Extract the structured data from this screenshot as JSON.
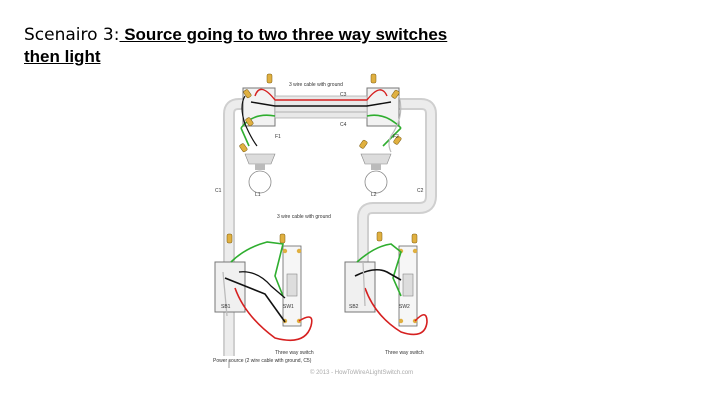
{
  "slide": {
    "title_lead": "Scenairo 3:",
    "title_rest": " Source going to two three way switches",
    "title_line2": "then light"
  },
  "diagram": {
    "labels": {
      "cable_top": "3 wire cable with ground",
      "c3": "C3",
      "c4": "C4",
      "f1": "F1",
      "f2": "F2",
      "l1": "L1",
      "l2": "L2",
      "c1": "C1",
      "c2": "C2",
      "cable_mid": "3 wire cable with ground",
      "sb1": "SB1",
      "sb2": "SB2",
      "sw1": "SW1",
      "sw2": "SW2",
      "threeway_1": "Three way switch",
      "threeway_2": "Three way switch",
      "source": "Power source (2 wire cable with ground, C5)"
    },
    "credit": "© 2013 - HowToWireALightSwitch.com",
    "colors": {
      "hot": "#d62020",
      "ground": "#2fae2f",
      "neutral": "#ffffff",
      "black": "#111111",
      "conduit": "#e6e6e6"
    }
  }
}
